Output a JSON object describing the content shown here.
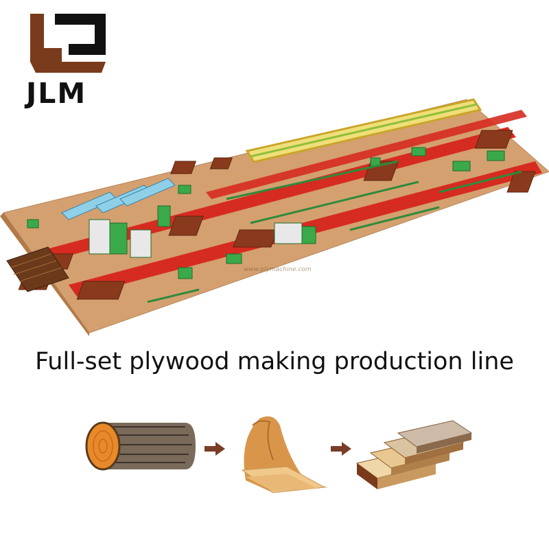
{
  "logo": {
    "text": "JLM",
    "color": "#7a3a1c"
  },
  "watermark": {
    "text": "www.plymachine.com"
  },
  "caption": {
    "text": "Full-set plywood making production line"
  },
  "colors": {
    "floor": "#d4a070",
    "aisle": "#d62b20",
    "machine_green": "#3aa94a",
    "press_yellow": "#e3c638",
    "stacks": "#8a3a1c",
    "arrow": "#7a3e28"
  },
  "process": [
    {
      "name": "log-icon"
    },
    {
      "name": "veneer-icon"
    },
    {
      "name": "plywood-boards-icon"
    }
  ]
}
